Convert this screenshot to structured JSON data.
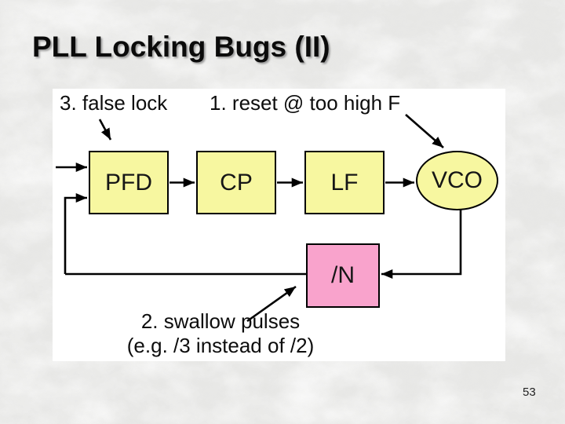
{
  "title": "PLL Locking Bugs (II)",
  "page_number": "53",
  "diagram": {
    "type": "block-diagram",
    "description_names": {
      "wire_names": [
        "reference-input",
        "feedback-to-pfd",
        "pfd-to-cp",
        "cp-to-lf",
        "lf-to-vco",
        "vco-to-divider",
        "divider-to-feedback"
      ]
    },
    "blocks": [
      {
        "label": "PFD",
        "shape": "rect"
      },
      {
        "label": "CP",
        "shape": "rect"
      },
      {
        "label": "LF",
        "shape": "rect"
      },
      {
        "label": "VCO",
        "shape": "ellipse"
      },
      {
        "label": "/N",
        "shape": "rect"
      }
    ],
    "annotations": [
      {
        "label": "3. false lock"
      },
      {
        "label": "1. reset @ too high F"
      },
      {
        "line1": "2. swallow pulses",
        "line2": "(e.g. /3 instead of /2)"
      }
    ],
    "colors": {
      "block_fill_yellow": "#F7F7A0",
      "block_fill_pink": "#F9A3CC",
      "outline": "#000000",
      "panel_background": "#FFFFFF"
    }
  }
}
